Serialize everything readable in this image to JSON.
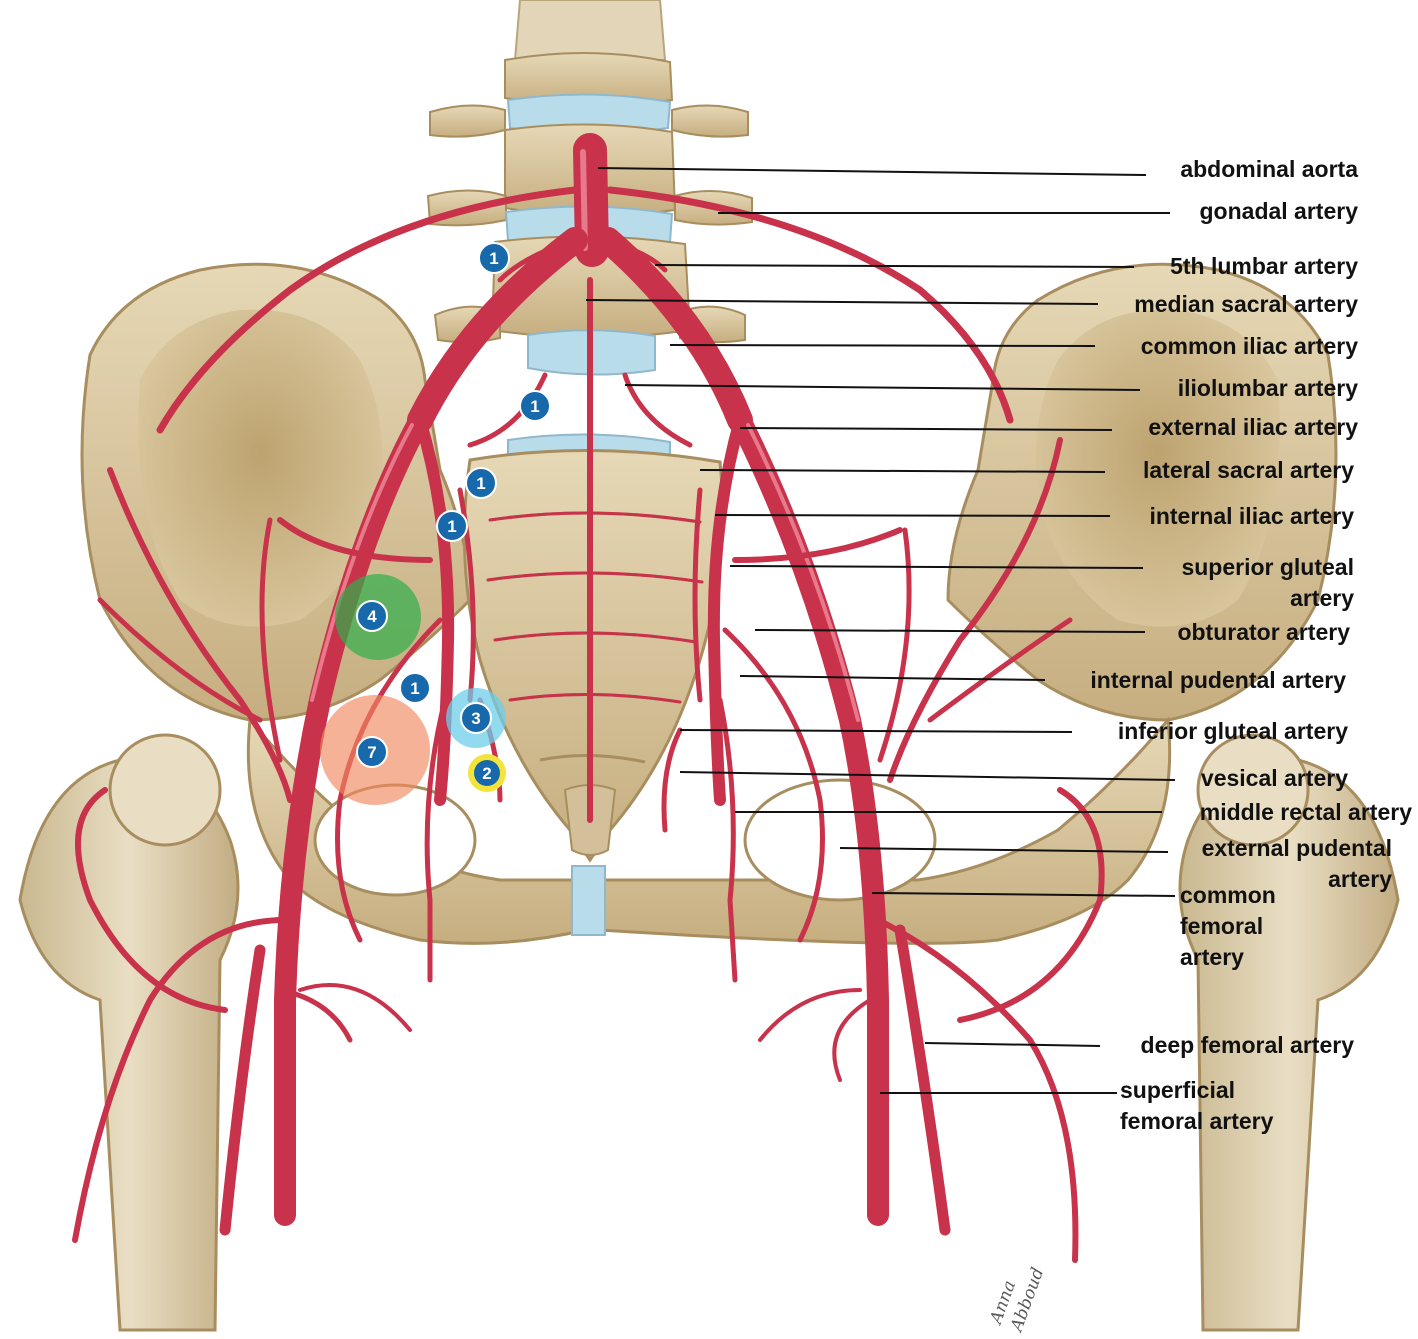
{
  "labels": [
    {
      "id": "abdominal-aorta",
      "text": "abdominal aorta"
    },
    {
      "id": "gonadal-artery",
      "text": "gonadal artery"
    },
    {
      "id": "fifth-lumbar-artery",
      "text": "5th lumbar artery"
    },
    {
      "id": "median-sacral-artery",
      "text": "median sacral artery"
    },
    {
      "id": "common-iliac-artery",
      "text": "common iliac artery"
    },
    {
      "id": "iliolumbar-artery",
      "text": "iliolumbar artery"
    },
    {
      "id": "external-iliac-artery",
      "text": "external iliac artery"
    },
    {
      "id": "lateral-sacral-artery",
      "text": "lateral sacral artery"
    },
    {
      "id": "internal-iliac-artery",
      "text": "internal iliac artery"
    },
    {
      "id": "superior-gluteal-artery",
      "text": "superior gluteal\nartery"
    },
    {
      "id": "obturator-artery",
      "text": "obturator artery"
    },
    {
      "id": "internal-pudental-artery",
      "text": "internal pudental artery"
    },
    {
      "id": "inferior-gluteal-artery",
      "text": "inferior gluteal artery"
    },
    {
      "id": "vesical-artery",
      "text": "vesical artery"
    },
    {
      "id": "middle-rectal-artery",
      "text": "middle rectal artery"
    },
    {
      "id": "external-pudental-artery",
      "text": "external pudental\nartery"
    },
    {
      "id": "common-femoral-artery",
      "text": "common\nfemoral\nartery"
    },
    {
      "id": "deep-femoral-artery",
      "text": "deep femoral artery"
    },
    {
      "id": "superficial-femoral-artery",
      "text": "superficial\nfemoral artery"
    }
  ],
  "markers": [
    {
      "num": "1",
      "halo": ""
    },
    {
      "num": "1",
      "halo": ""
    },
    {
      "num": "1",
      "halo": ""
    },
    {
      "num": "1",
      "halo": ""
    },
    {
      "num": "1",
      "halo": ""
    },
    {
      "num": "4",
      "halo": "green"
    },
    {
      "num": "3",
      "halo": "cyan"
    },
    {
      "num": "2",
      "halo": "yellow"
    },
    {
      "num": "7",
      "halo": "orange"
    }
  ],
  "signature": [
    "Anna",
    "Abboud"
  ],
  "colors": {
    "bone": "#d9c7a0",
    "bone_shadow": "#a88d5f",
    "disc": "#b9dceb",
    "artery": "#c8324a",
    "artery_highlight": "#e8798a",
    "marker": "#1769ab",
    "halo_green": "#2fae4a",
    "halo_cyan": "#6dcdea",
    "halo_yellow": "#f2e43a",
    "halo_orange": "#f1885f",
    "leader": "#111111"
  }
}
